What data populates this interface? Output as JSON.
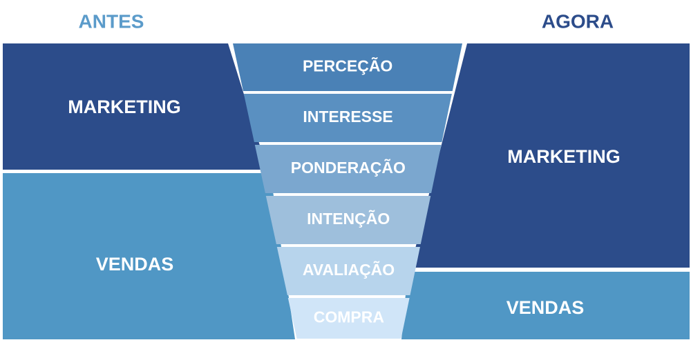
{
  "headings": {
    "before": "ANTES",
    "now": "AGORA"
  },
  "before": {
    "marketing": "MARKETING",
    "sales": "VENDAS"
  },
  "now": {
    "marketing": "MARKETING",
    "sales": "VENDAS"
  },
  "funnel": [
    "PERCEÇÃO",
    "INTERESSE",
    "PONDERAÇÃO",
    "INTENÇÃO",
    "AVALIAÇÃO",
    "COMPRA"
  ],
  "colors": {
    "dark": "#2c4c8a",
    "medium": "#5097c5",
    "heading_before": "#5b9bca",
    "heading_now": "#2c4c8a",
    "funnel": [
      "#4a81b6",
      "#5a90c1",
      "#7ba7cf",
      "#9ebfdc",
      "#b7d4ec",
      "#d0e5f8"
    ]
  }
}
